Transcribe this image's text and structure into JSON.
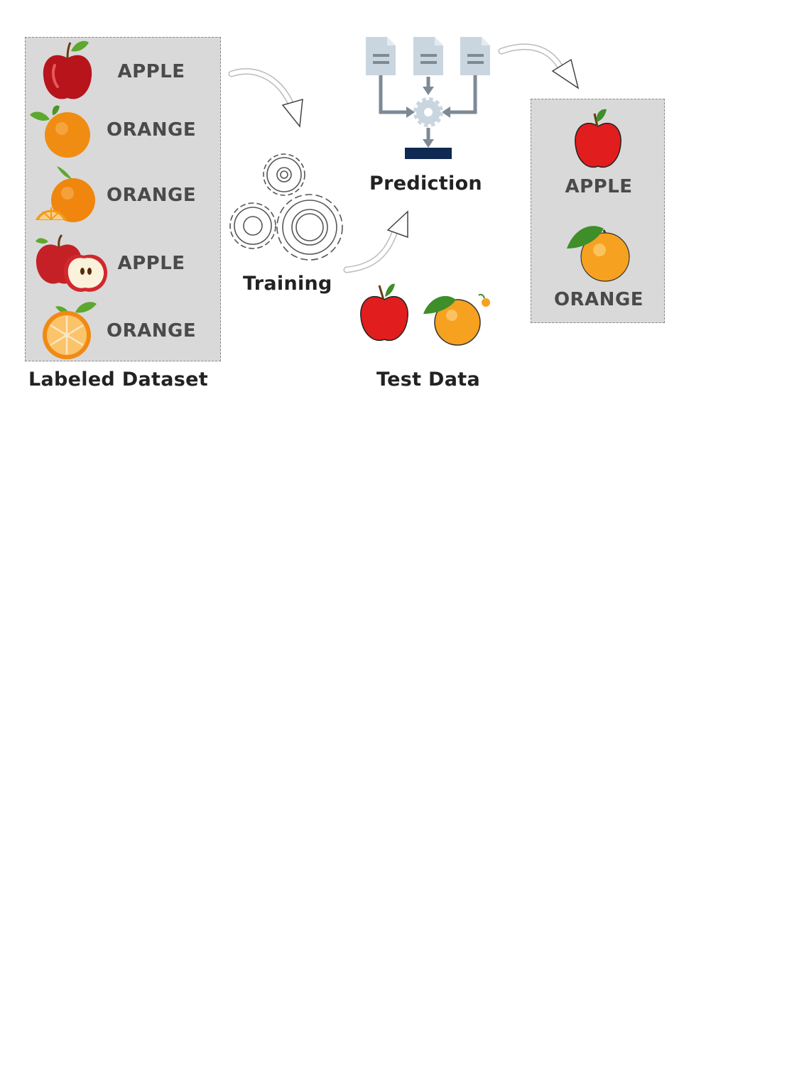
{
  "labeled_dataset": {
    "title": "Labeled Dataset",
    "items": [
      {
        "label": "APPLE",
        "icon": "apple-icon"
      },
      {
        "label": "ORANGE",
        "icon": "orange-icon"
      },
      {
        "label": "ORANGE",
        "icon": "orange-slice-icon"
      },
      {
        "label": "APPLE",
        "icon": "apple-half-icon"
      },
      {
        "label": "ORANGE",
        "icon": "orange-half-icon"
      }
    ]
  },
  "training": {
    "title": "Training",
    "icon": "gears-icon"
  },
  "prediction": {
    "title": "Prediction",
    "icon": "documents-merge-gear-icon"
  },
  "test_data": {
    "title": "Test Data",
    "icons": [
      "apple-icon",
      "orange-icon"
    ]
  },
  "results": {
    "items": [
      {
        "label": "APPLE",
        "icon": "apple-icon"
      },
      {
        "label": "ORANGE",
        "icon": "orange-icon"
      }
    ]
  },
  "colors": {
    "panel_fill": "#d9d9d9",
    "label_text": "#4a4a4a",
    "title_text": "#222222",
    "apple_red": "#d81e1e",
    "orange": "#f39a1a",
    "doc_blue": "#c9d6e0",
    "flow_gray": "#7d8a96",
    "output_bar": "#0f2a52"
  }
}
